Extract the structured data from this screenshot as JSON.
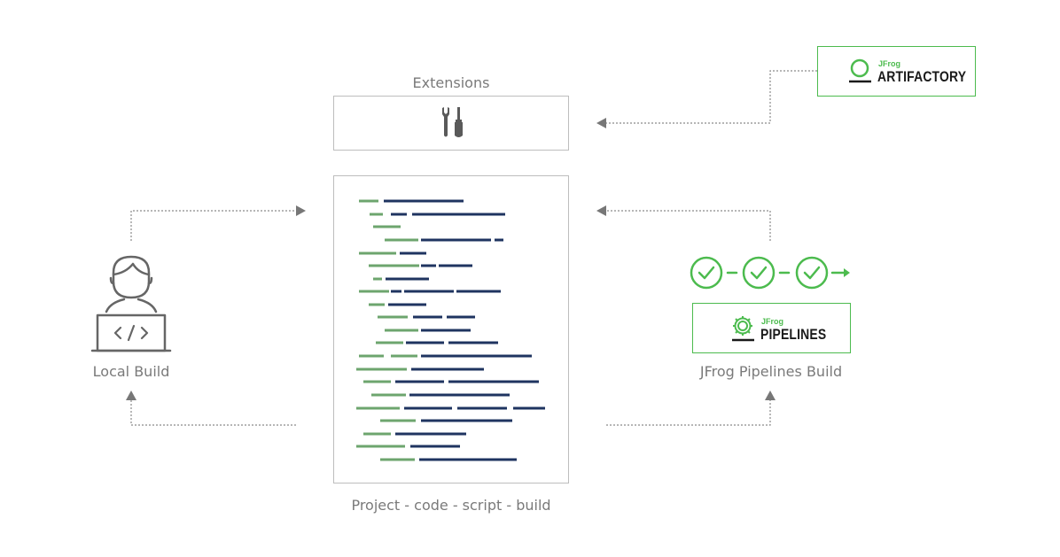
{
  "extensions": {
    "label": "Extensions",
    "icon": "tools-icon"
  },
  "project": {
    "label": "Project - code - script - build",
    "icon": "code-lines-icon"
  },
  "local_build": {
    "label": "Local Build",
    "icon": "developer-laptop-icon",
    "laptop_icon": "code-brackets-icon"
  },
  "pipelines_build": {
    "label": "JFrog Pipelines Build"
  },
  "artifactory": {
    "brand_small": "JFrog",
    "brand_big": "ARTIFACTORY",
    "icon": "artifactory-logo-icon"
  },
  "pipelines": {
    "brand_small": "JFrog",
    "brand_big": "PIPELINES",
    "icon": "pipelines-gear-icon",
    "steps": [
      "check-icon",
      "check-icon",
      "check-icon"
    ]
  },
  "colors": {
    "green": "#4cbb4e",
    "navy": "#1f3460",
    "code_green": "#6da56e",
    "gray": "#7a7a7a",
    "arrow": "#777777"
  }
}
